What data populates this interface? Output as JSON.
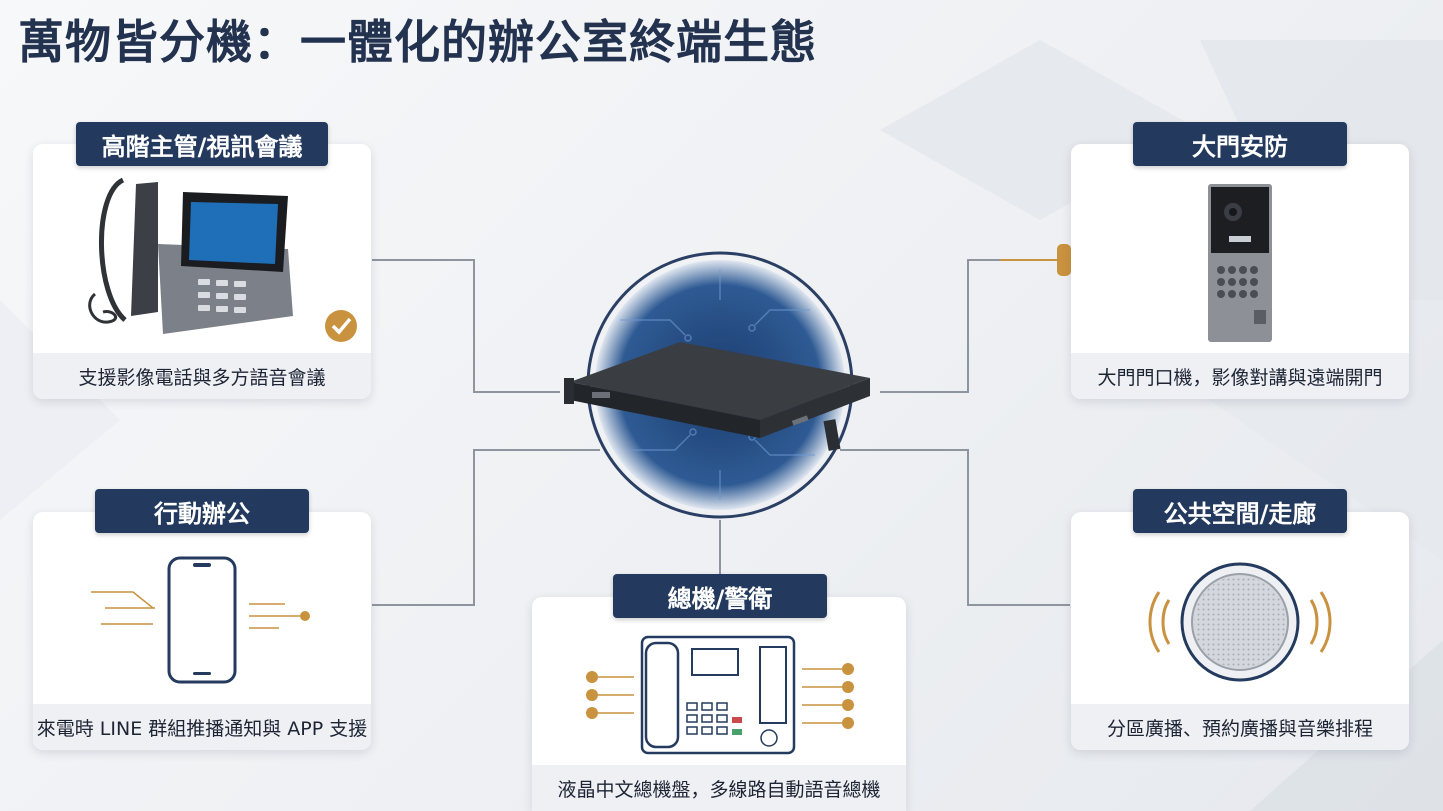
{
  "title": "萬物皆分機：一體化的辦公室終端生態",
  "colors": {
    "navy": "#233a5e",
    "accent": "#c9923f",
    "line": "#8f959e"
  },
  "hub": {
    "device_label": "",
    "icon": "server-rack-unit"
  },
  "cards": {
    "executive": {
      "label": "高階主管/視訊會議",
      "caption": "支援影像電話與多方語音會議",
      "icon": "video-phone"
    },
    "gate": {
      "label": "大門安防",
      "caption": "大門門口機，影像對講與遠端開門",
      "icon": "door-intercom"
    },
    "mobile": {
      "label": "行動辦公",
      "caption": "來電時 LINE 群組推播通知與 APP 支援",
      "icon": "smartphone"
    },
    "operator": {
      "label": "總機/警衛",
      "caption": "液晶中文總機盤，多線路自動語音總機",
      "icon": "operator-console"
    },
    "public": {
      "label": "公共空間/走廊",
      "caption": "分區廣播、預約廣播與音樂排程",
      "icon": "ceiling-speaker"
    }
  }
}
